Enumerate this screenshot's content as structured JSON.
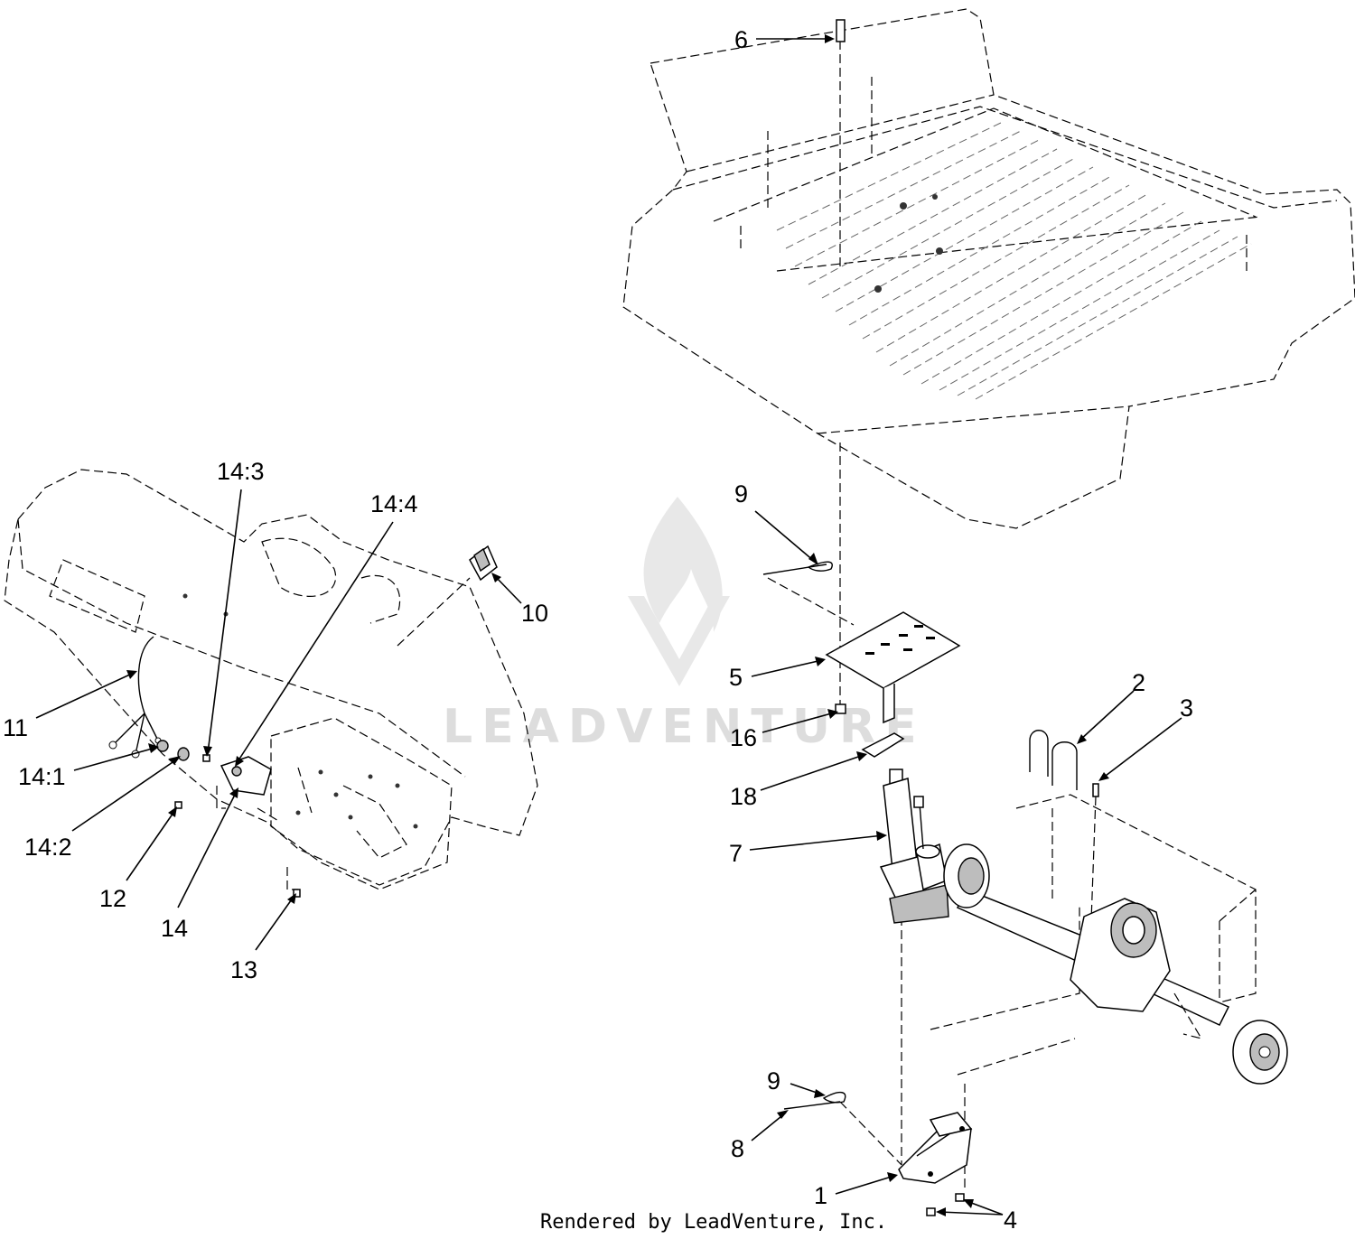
{
  "watermark": {
    "brand": "LEADVENTURE",
    "color": "#cfcfcf"
  },
  "footer": {
    "credit": "Rendered by LeadVenture, Inc."
  },
  "callouts": [
    {
      "id": "c6",
      "label": "6"
    },
    {
      "id": "c9a",
      "label": "9"
    },
    {
      "id": "c5",
      "label": "5"
    },
    {
      "id": "c16",
      "label": "16"
    },
    {
      "id": "c18",
      "label": "18"
    },
    {
      "id": "c7",
      "label": "7"
    },
    {
      "id": "c2",
      "label": "2"
    },
    {
      "id": "c3",
      "label": "3"
    },
    {
      "id": "c9b",
      "label": "9"
    },
    {
      "id": "c8",
      "label": "8"
    },
    {
      "id": "c1",
      "label": "1"
    },
    {
      "id": "c4",
      "label": "4"
    },
    {
      "id": "c14_3",
      "label": "14:3"
    },
    {
      "id": "c14_4",
      "label": "14:4"
    },
    {
      "id": "c10",
      "label": "10"
    },
    {
      "id": "c11",
      "label": "11"
    },
    {
      "id": "c14_1",
      "label": "14:1"
    },
    {
      "id": "c14_2",
      "label": "14:2"
    },
    {
      "id": "c12",
      "label": "12"
    },
    {
      "id": "c14",
      "label": "14"
    },
    {
      "id": "c13",
      "label": "13"
    }
  ]
}
